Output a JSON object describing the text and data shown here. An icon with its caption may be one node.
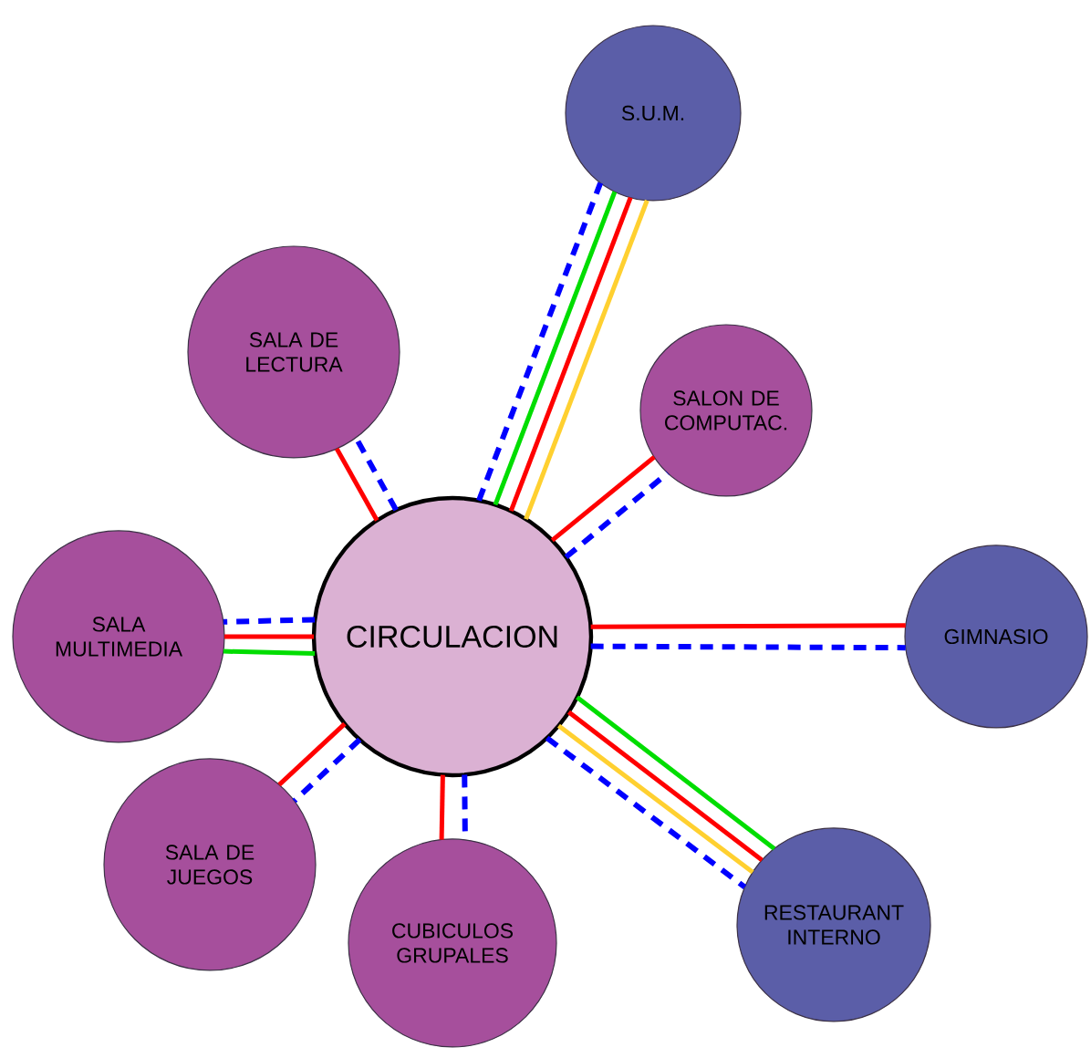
{
  "diagram": {
    "nodes": [
      {
        "text": [
          "S.U.M."
        ]
      },
      {
        "text": [
          "SALA DE LECTURA"
        ]
      },
      {
        "text": [
          "SALON DE COMPUTAC."
        ]
      },
      {
        "text": [
          "SALA MULTIMEDIA"
        ]
      },
      {
        "text": [
          "CIRCULACION"
        ]
      },
      {
        "text": [
          "GIMNASIO"
        ]
      },
      {
        "text": [
          "SALA DE JUEGOS"
        ]
      },
      {
        "text": [
          "RESTAURANT INTERNO"
        ]
      },
      {
        "text": [
          "CUBICULOS GRUPALES"
        ]
      }
    ],
    "edges": [
      {
        "from": 4,
        "to": 0,
        "arrow": "none",
        "style": "dashed",
        "color": "#0000ff"
      },
      {
        "from": 4,
        "to": 0,
        "arrow": "none",
        "color": "#00dd00"
      },
      {
        "from": 4,
        "to": 0,
        "arrow": "none",
        "color": "#ff0000"
      },
      {
        "from": 4,
        "to": 0,
        "arrow": "none",
        "color": "#ffd030"
      },
      {
        "from": 4,
        "to": 1,
        "arrow": "none",
        "color": "#ff0000"
      },
      {
        "from": 4,
        "to": 1,
        "arrow": "none",
        "style": "dashed",
        "color": "#0000ff"
      },
      {
        "from": 4,
        "to": 2,
        "arrow": "none",
        "color": "#ff0000"
      },
      {
        "from": 4,
        "to": 2,
        "arrow": "none",
        "style": "dashed",
        "color": "#0000ff"
      },
      {
        "from": 4,
        "to": 3,
        "arrow": "none",
        "color": "#00dd00"
      },
      {
        "from": 4,
        "to": 3,
        "arrow": "none",
        "color": "#ff0000"
      },
      {
        "from": 4,
        "to": 3,
        "arrow": "none",
        "style": "dashed",
        "color": "#0000ff"
      },
      {
        "from": 4,
        "to": 5,
        "arrow": "none",
        "color": "#ff0000"
      },
      {
        "from": 4,
        "to": 5,
        "arrow": "none",
        "style": "dashed",
        "color": "#0000ff"
      },
      {
        "from": 4,
        "to": 6,
        "arrow": "none",
        "style": "dashed",
        "color": "#0000ff"
      },
      {
        "from": 4,
        "to": 6,
        "arrow": "none",
        "color": "#ff0000"
      },
      {
        "from": 4,
        "to": 7,
        "arrow": "none",
        "color": "#00dd00"
      },
      {
        "from": 4,
        "to": 7,
        "arrow": "none",
        "color": "#ff0000"
      },
      {
        "from": 4,
        "to": 7,
        "arrow": "none",
        "color": "#ffd030"
      },
      {
        "from": 4,
        "to": 7,
        "arrow": "none",
        "style": "dashed",
        "color": "#0000ff"
      },
      {
        "from": 4,
        "to": 8,
        "arrow": "none",
        "style": "dashed",
        "color": "#0000ff"
      },
      {
        "from": 4,
        "to": 8,
        "arrow": "none",
        "color": "#ff0000"
      }
    ]
  }
}
